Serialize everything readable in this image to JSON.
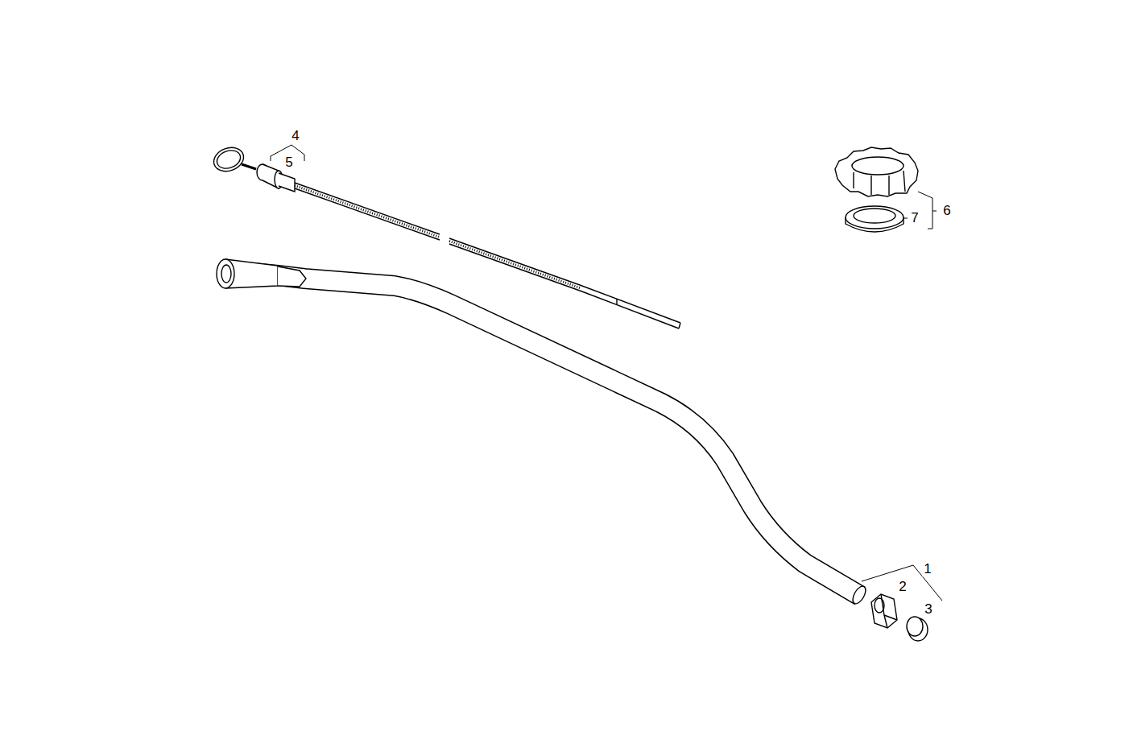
{
  "diagram": {
    "labels": [
      "4",
      "5",
      "6",
      "7",
      "1",
      "2",
      "3"
    ]
  }
}
